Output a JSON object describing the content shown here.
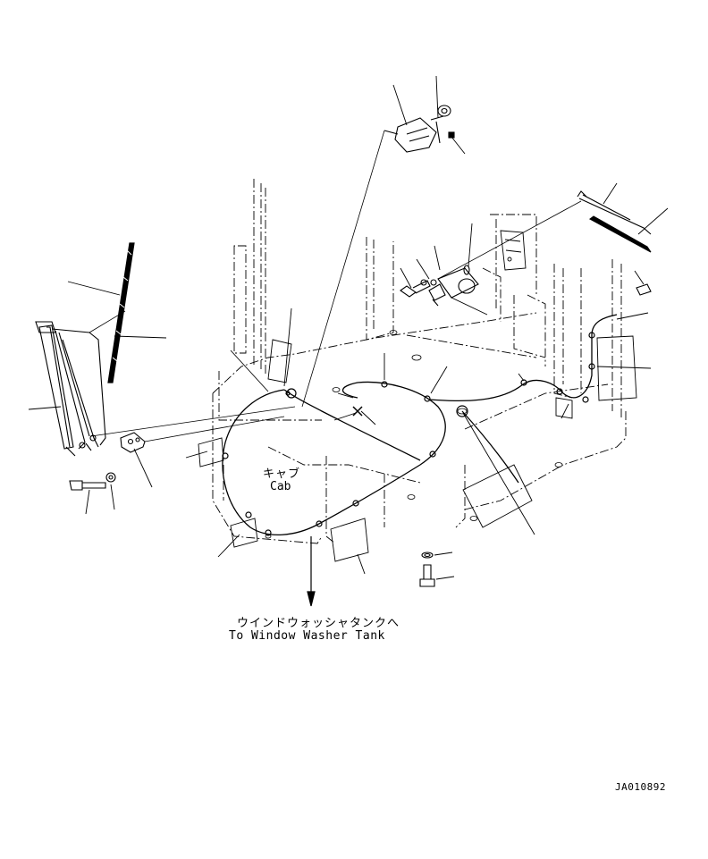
{
  "labels": {
    "cab_jp": "キャブ",
    "cab_en": "Cab",
    "washer_tank_jp": "ウインドウォッシャタンクへ",
    "washer_tank_en": "To Window Washer Tank"
  },
  "drawing_code": "JA010892",
  "colors": {
    "line": "#000000",
    "background": "#ffffff"
  }
}
